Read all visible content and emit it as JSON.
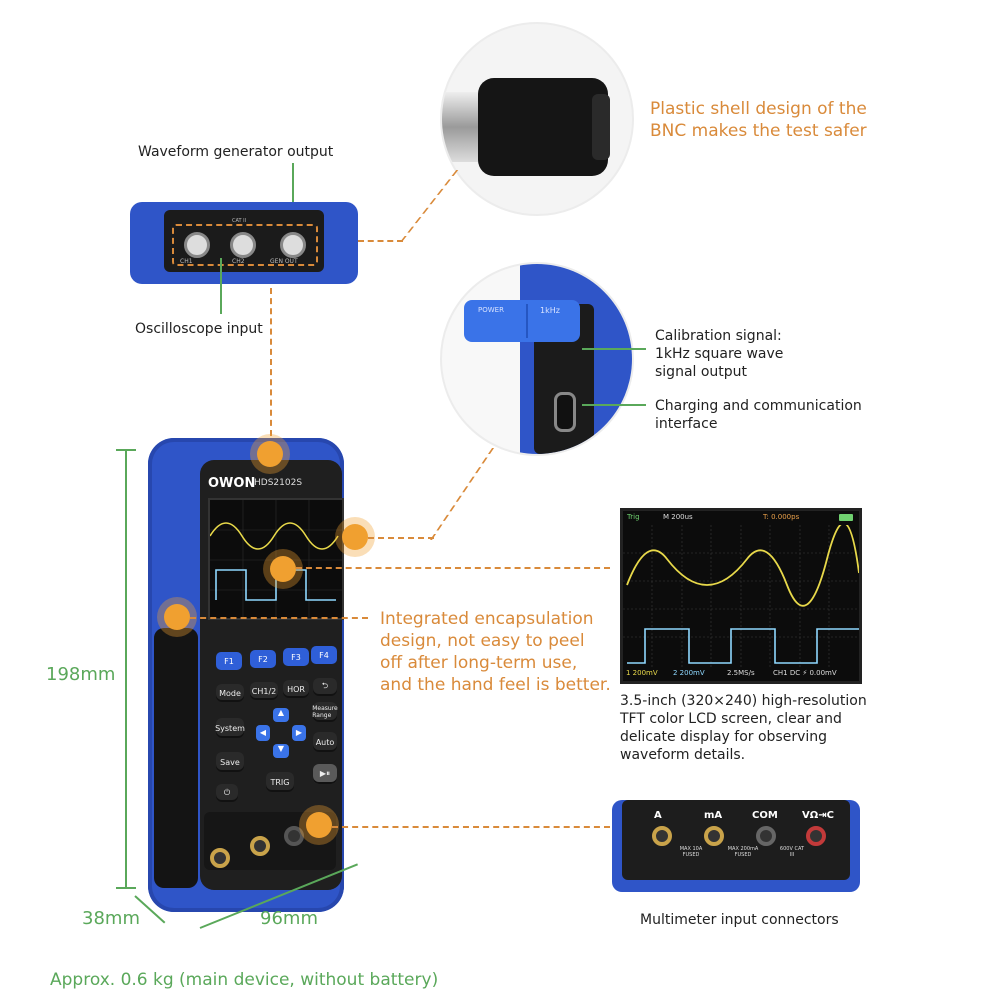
{
  "labels": {
    "waveform_generator_output": "Waveform generator output",
    "oscilloscope_input": "Oscilloscope input",
    "bnc_safety": "Plastic shell design of the BNC makes the test safer",
    "calibration_signal": "Calibration signal: 1kHz square wave signal output",
    "charging_interface": "Charging and communication interface",
    "encapsulation": "Integrated encapsulation design, not easy to peel off after long-term use, and the hand feel is better.",
    "screen_desc": "3.5-inch (320×240) high-resolution TFT color LCD screen, clear and delicate display for observing waveform details.",
    "multimeter_connectors": "Multimeter input connectors",
    "weight": "Approx. 0.6 kg (main device, without battery)"
  },
  "dimensions": {
    "height": "198mm",
    "depth": "38mm",
    "width": "96mm"
  },
  "device": {
    "brand": "OWON",
    "model": "HDS2102S",
    "function_keys": [
      "F1",
      "F2",
      "F3",
      "F4"
    ],
    "keys": [
      "Mode",
      "CH1/2",
      "HOR",
      "System",
      "Auto",
      "Save",
      "TRIG",
      "Measure Range"
    ],
    "port_cap_labels": [
      "POWER",
      "1kHz"
    ],
    "top_ports": [
      "CH1",
      "CH2",
      "GEN OUT"
    ],
    "top_port_marks": [
      "CAT II"
    ]
  },
  "screen": {
    "status": [
      "Trig",
      "M 200us",
      "T: 0.000ps"
    ],
    "footer": [
      "1 200mV",
      "2 200mV",
      "2.5MS/s",
      "CH1 DC ⚡ 0.00mV"
    ],
    "colors": {
      "ch1": "#e8d94a",
      "ch2": "#8fd8ff",
      "grid": "#3a3a3a",
      "bg": "#0c0c0c"
    }
  },
  "multimeter": {
    "jack_labels": [
      "A",
      "mA",
      "COM",
      "VΩ⇥C"
    ],
    "ratings": [
      "MAX 10A FUSED",
      "MAX 200mA FUSED",
      "600V CAT III"
    ]
  },
  "colors": {
    "accent": "#d98a3a",
    "dimension": "#5aa85a",
    "body": "#2f55c8"
  }
}
